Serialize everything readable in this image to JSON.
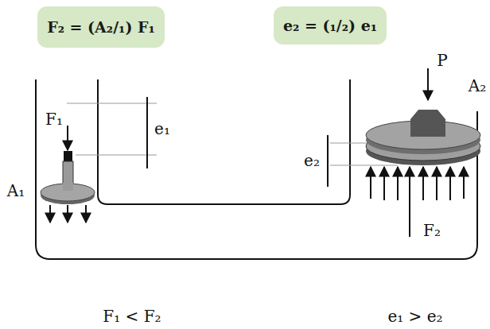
{
  "diagram": {
    "nodes": [
      {
        "text": [
          "F₂ = (A₂/₁) F₁"
        ]
      },
      {
        "text": [
          "e₂ = (₁/₂) e₁"
        ]
      }
    ],
    "labels": [
      "F₁",
      "e₁",
      "A₁",
      "e₂",
      "P",
      "A₂",
      "F₂",
      "F₁ < F₂",
      "e₁ > e₂"
    ]
  }
}
